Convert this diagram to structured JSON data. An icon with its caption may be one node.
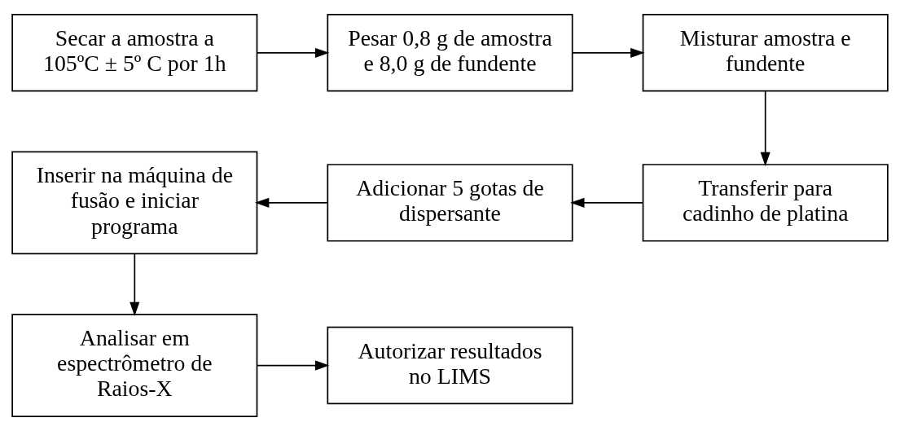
{
  "diagram": {
    "nodes": [
      {
        "text": [
          "Secar a amostra a 105ºC ± 5º C por 1h"
        ]
      },
      {
        "text": [
          "Pesar 0,8 g de amostra e 8,0 g de fundente"
        ]
      },
      {
        "text": [
          "Misturar amostra e fundente"
        ]
      },
      {
        "text": [
          "Transferir para cadinho de platina"
        ]
      },
      {
        "text": [
          "Adicionar 5 gotas de dispersante"
        ]
      },
      {
        "text": [
          "Inserir na máquina de fusão e iniciar programa"
        ]
      },
      {
        "text": [
          "Analisar em espectrômetro de Raios-X"
        ]
      },
      {
        "text": [
          "Autorizar resultados no LIMS"
        ]
      }
    ],
    "edges": [
      {
        "from": 0,
        "to": 1,
        "arrow": "to"
      },
      {
        "from": 1,
        "to": 2,
        "arrow": "to"
      },
      {
        "from": 2,
        "to": 3,
        "arrow": "to"
      },
      {
        "from": 3,
        "to": 4,
        "arrow": "to"
      },
      {
        "from": 4,
        "to": 5,
        "arrow": "to"
      },
      {
        "from": 5,
        "to": 6,
        "arrow": "to"
      },
      {
        "from": 6,
        "to": 7,
        "arrow": "to"
      }
    ]
  }
}
